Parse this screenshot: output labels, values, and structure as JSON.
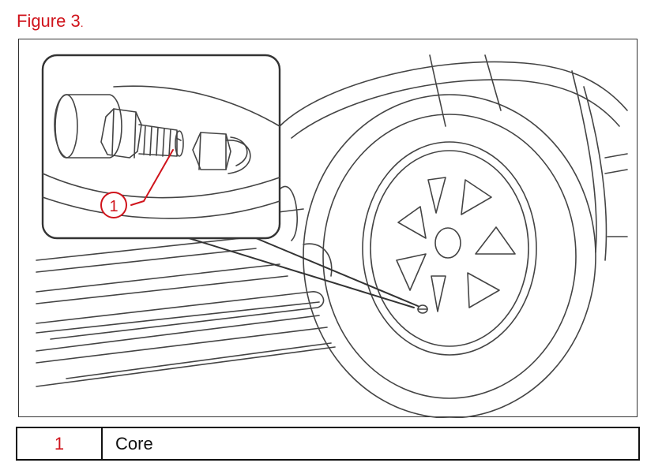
{
  "figure": {
    "title": "Figure 3",
    "title_suffix": "."
  },
  "callout": {
    "number": "1"
  },
  "legend": {
    "rows": [
      {
        "number": "1",
        "label": "Core"
      }
    ]
  },
  "colors": {
    "accent_red": "#d0141c",
    "line": "#444444",
    "border": "#111111"
  },
  "icons": {
    "callout": "numbered-circle-callout"
  }
}
